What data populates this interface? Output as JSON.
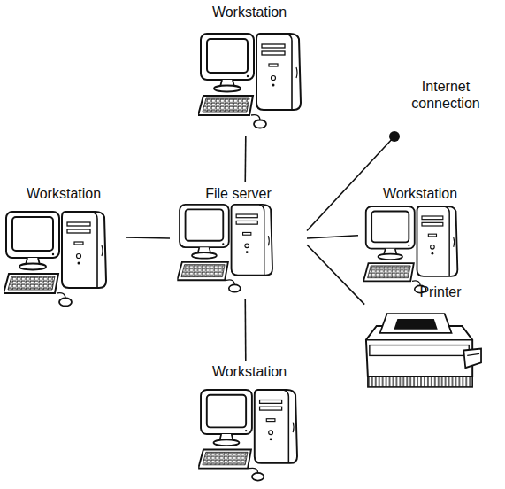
{
  "diagram": {
    "nodes": [
      {
        "text": [
          "Workstation"
        ]
      },
      {
        "text": [
          "Internet connection"
        ]
      },
      {
        "text": [
          "Workstation"
        ]
      },
      {
        "text": [
          "File server"
        ]
      },
      {
        "text": [
          "Workstation"
        ]
      },
      {
        "text": [
          "Printer"
        ]
      },
      {
        "text": [
          "Workstation"
        ]
      }
    ],
    "edges": [
      {
        "from": 3,
        "to": 0,
        "arrow": "none"
      },
      {
        "from": 3,
        "to": 2,
        "arrow": "none"
      },
      {
        "from": 3,
        "to": 4,
        "arrow": "none"
      },
      {
        "from": 3,
        "to": 1,
        "arrow": "none"
      },
      {
        "from": 3,
        "to": 5,
        "arrow": "none"
      },
      {
        "from": 3,
        "to": 6,
        "arrow": "none"
      }
    ]
  }
}
